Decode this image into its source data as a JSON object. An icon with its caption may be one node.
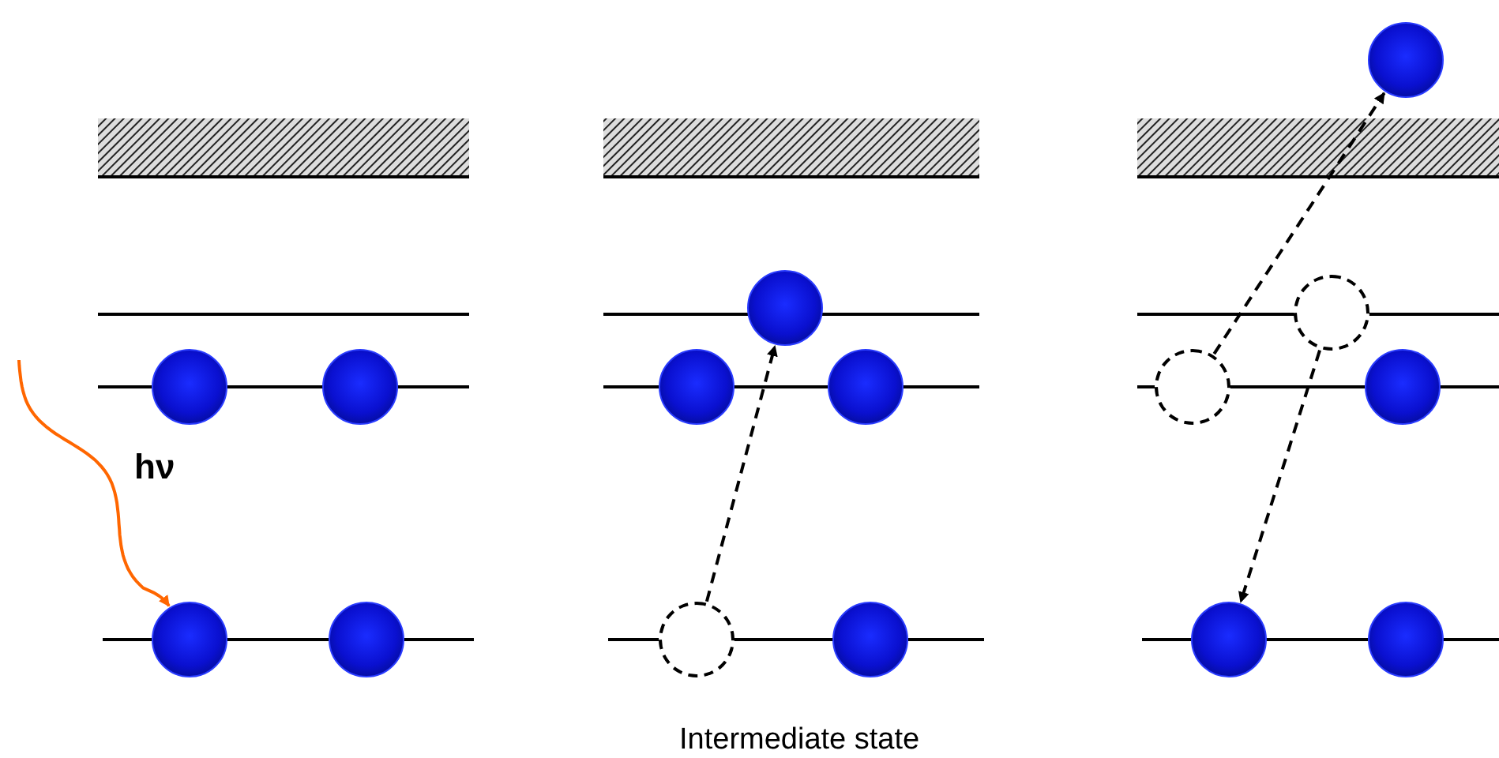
{
  "diagram": {
    "nodes": [
      {
        "text": [],
        "shape": "circle"
      },
      {
        "text": [],
        "shape": "circle"
      },
      {
        "text": [],
        "shape": "circle"
      },
      {
        "text": [],
        "shape": "circle"
      },
      {
        "text": [],
        "shape": "circle"
      },
      {
        "text": [],
        "shape": "circle"
      },
      {
        "text": [],
        "shape": "circle"
      },
      {
        "text": [],
        "shape": "circle"
      },
      {
        "text": [],
        "shape": "circle"
      },
      {
        "text": [],
        "shape": "circle"
      },
      {
        "text": [],
        "shape": "circle"
      },
      {
        "text": [],
        "shape": "circle"
      },
      {
        "text": [],
        "shape": "circle"
      },
      {
        "text": [],
        "shape": "circle"
      },
      {
        "text": [],
        "shape": "circle"
      }
    ],
    "edges": [
      {
        "from": null,
        "to": 2,
        "arrow": "to",
        "label": "hν",
        "color": "#ff6600"
      },
      {
        "from": 7,
        "to": 4,
        "arrow": "to",
        "style": "dashed"
      },
      {
        "from": 11,
        "to": 9,
        "arrow": "to",
        "style": "dashed"
      },
      {
        "from": 10,
        "to": 13,
        "arrow": "to",
        "style": "dashed"
      }
    ],
    "labels": [
      "Intermediate state"
    ]
  }
}
